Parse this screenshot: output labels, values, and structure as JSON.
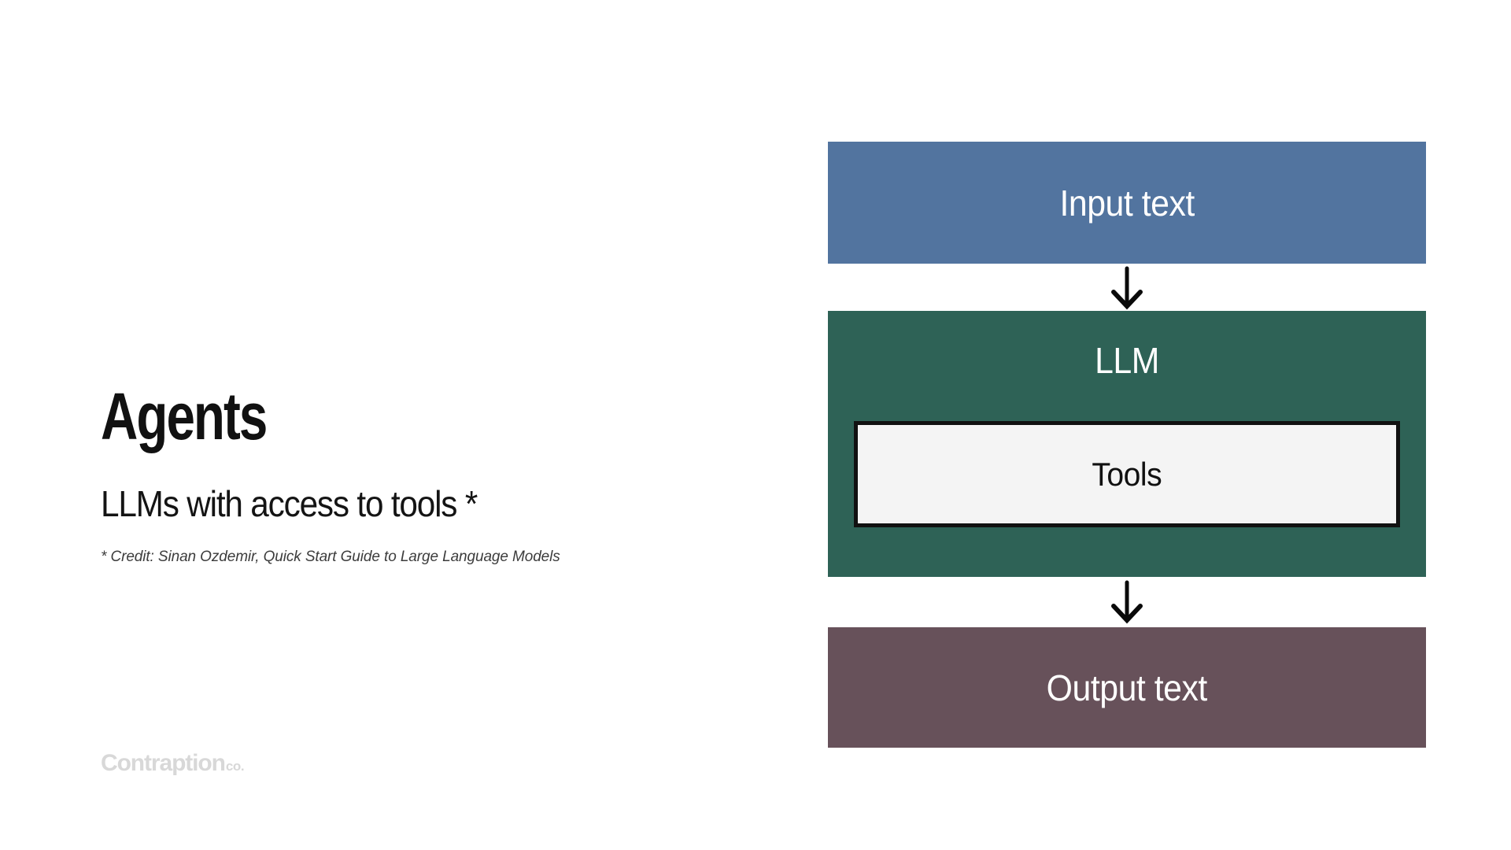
{
  "slide": {
    "title": "Agents",
    "subtitle": "LLMs with access to tools *",
    "credit": "* Credit: Sinan Ozdemir, Quick Start Guide to Large Language Models"
  },
  "logo": {
    "name": "Contraption",
    "suffix": "co."
  },
  "diagram": {
    "type": "flowchart",
    "orientation": "vertical",
    "nodes": [
      {
        "id": "input",
        "label": "Input text",
        "color": "#52749F",
        "text_color": "#ffffff"
      },
      {
        "id": "llm",
        "label": "LLM",
        "color": "#2E6256",
        "text_color": "#ffffff"
      },
      {
        "id": "tools",
        "label": "Tools",
        "color": "#F4F4F4",
        "text_color": "#111111",
        "border_color": "#111111",
        "nested_in": "llm"
      },
      {
        "id": "output",
        "label": "Output text",
        "color": "#67515A",
        "text_color": "#ffffff"
      }
    ],
    "edges": [
      {
        "from": "input",
        "to": "llm",
        "icon": "arrow-down-icon"
      },
      {
        "from": "llm",
        "to": "output",
        "icon": "arrow-down-icon"
      }
    ]
  },
  "colors": {
    "background": "#ffffff",
    "input_blue": "#52749F",
    "llm_green": "#2E6256",
    "tools_grey": "#F4F4F4",
    "output_mauve": "#67515A",
    "ink": "#111111",
    "logo_grey": "#d8d8d8"
  }
}
